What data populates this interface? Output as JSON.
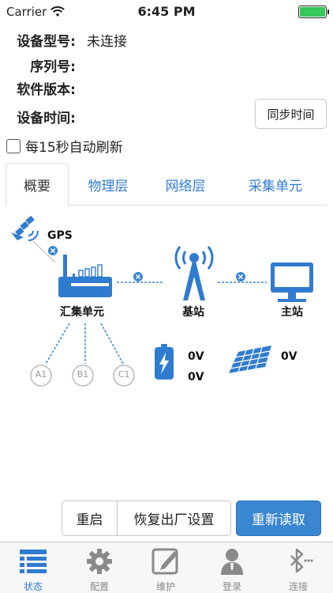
{
  "status_bar": {
    "carrier": "Carrier",
    "time": "6:45 PM"
  },
  "info": {
    "model_label": "设备型号:",
    "model_value": "未连接",
    "serial_label": "序列号:",
    "serial_value": "",
    "firmware_label": "软件版本:",
    "firmware_value": "",
    "device_time_label": "设备时间:",
    "device_time_value": "",
    "sync_button": "同步时间"
  },
  "auto_refresh": {
    "label": "每15秒自动刷新",
    "checked": false
  },
  "tabs": [
    {
      "label": "概要",
      "active": true
    },
    {
      "label": "物理层",
      "active": false
    },
    {
      "label": "网络层",
      "active": false
    },
    {
      "label": "采集单元",
      "active": false
    }
  ],
  "diagram": {
    "gps_label": "GPS",
    "aggregator_label": "汇集单元",
    "base_station_label": "基站",
    "master_station_label": "主站",
    "collectors": [
      "A1",
      "B1",
      "C1"
    ],
    "battery_voltage_1": "0V",
    "battery_voltage_2": "0V",
    "solar_voltage": "0V"
  },
  "actions": {
    "restart": "重启",
    "factory_reset": "恢复出厂设置",
    "reread": "重新读取"
  },
  "tabbar": [
    {
      "label": "状态",
      "icon": "list-icon",
      "active": true
    },
    {
      "label": "配置",
      "icon": "gear-icon",
      "active": false
    },
    {
      "label": "维护",
      "icon": "edit-icon",
      "active": false
    },
    {
      "label": "登录",
      "icon": "user-icon",
      "active": false
    },
    {
      "label": "连接",
      "icon": "bluetooth-icon",
      "active": false
    }
  ],
  "colors": {
    "accent": "#3a86d1",
    "active_tab": "#2f7bd0",
    "inactive_grey": "#888888",
    "battery_green": "#35c759"
  }
}
